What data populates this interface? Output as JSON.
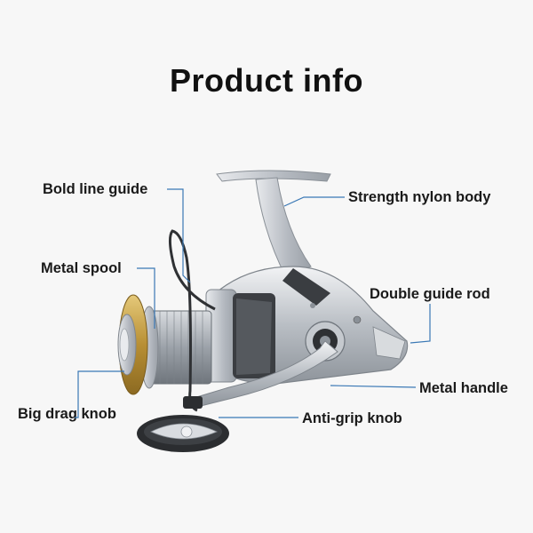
{
  "title": "Product info",
  "labels": {
    "bold_line_guide": "Bold line guide",
    "metal_spool": "Metal spool",
    "big_drag_knob": "Big drag knob",
    "strength_nylon_body": "Strength nylon body",
    "double_guide_rod": "Double guide rod",
    "metal_handle": "Metal handle",
    "anti_grip_knob": "Anti-grip knob"
  },
  "colors": {
    "leader_line": "#3a78b5",
    "reel_silver": "#c2c6cb",
    "spool_gold": "#c9a24a",
    "dark_metal": "#2b2b2b"
  }
}
